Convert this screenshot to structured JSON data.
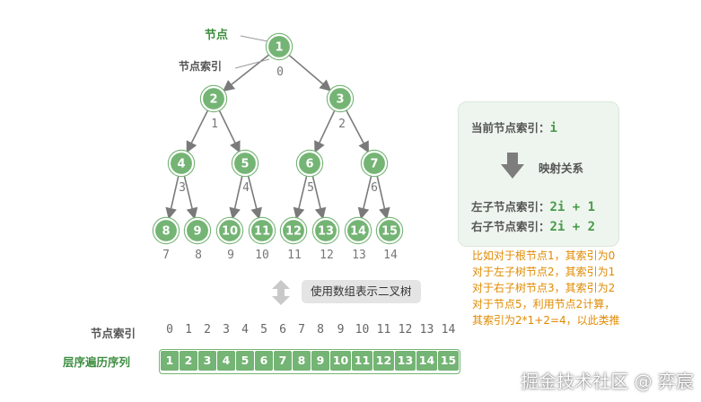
{
  "labels": {
    "node": "节点",
    "node_index": "节点索引",
    "row_index": "节点索引",
    "level_order": "层序遍历序列"
  },
  "tree": {
    "nodes": [
      1,
      2,
      3,
      4,
      5,
      6,
      7,
      8,
      9,
      10,
      11,
      12,
      13,
      14,
      15
    ],
    "indices": [
      0,
      1,
      2,
      3,
      4,
      5,
      6,
      7,
      8,
      9,
      10,
      11,
      12,
      13,
      14
    ]
  },
  "mapping": {
    "current": "当前节点索引：",
    "current_expr": "i",
    "relation": "映射关系",
    "left": "左子节点索引：",
    "left_expr": "2i + 1",
    "right": "右子节点索引：",
    "right_expr": "2i + 2"
  },
  "note": [
    "比如对于根节点1，其索引为0",
    "对于左子树节点2，其索引为1",
    "对于右子树节点3，其索引为2",
    "对于节点5，利用节点2计算，",
    "其索引为2*1+2=4，以此类推"
  ],
  "array_caption": "使用数组表示二叉树",
  "sequence": [
    1,
    2,
    3,
    4,
    5,
    6,
    7,
    8,
    9,
    10,
    11,
    12,
    13,
    14,
    15
  ],
  "sequence_indices": [
    0,
    1,
    2,
    3,
    4,
    5,
    6,
    7,
    8,
    9,
    10,
    11,
    12,
    13,
    14
  ],
  "watermark": "掘金技术社区 @ 弈宸",
  "colors": {
    "node": "#74b474",
    "label_green": "#3e8e41",
    "note": "#e08a00",
    "edge": "#7a7a7a"
  }
}
